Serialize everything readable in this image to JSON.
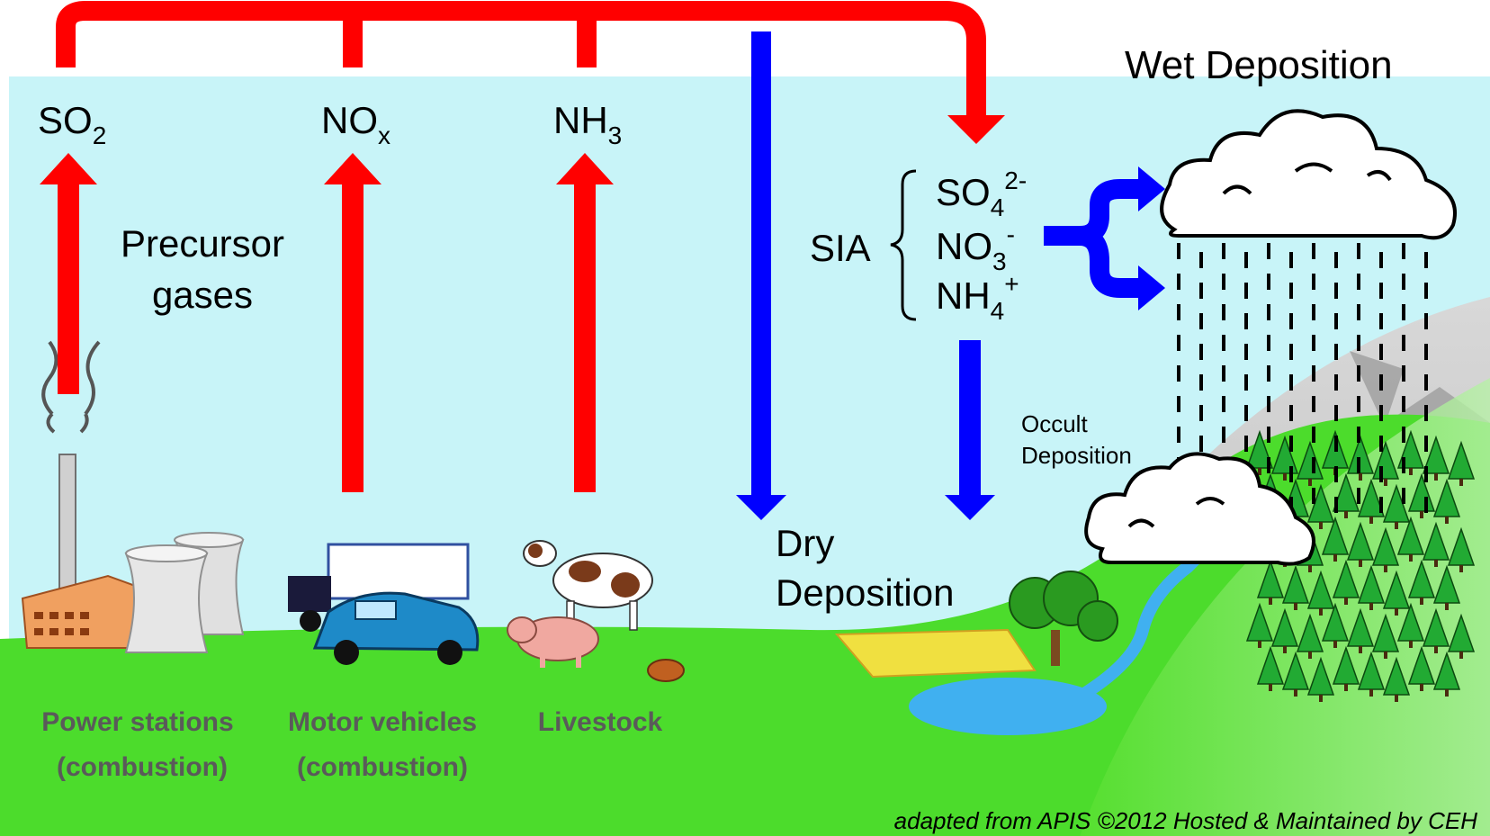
{
  "gases": {
    "so2": {
      "base": "SO",
      "sub": "2"
    },
    "nox": {
      "base": "NO",
      "sub": "x"
    },
    "nh3": {
      "base": "NH",
      "sub": "3"
    }
  },
  "precursor": {
    "line1": "Precursor",
    "line2": "gases"
  },
  "sia": {
    "label": "SIA",
    "sulfate": {
      "base": "SO",
      "sub": "4",
      "sup": "2-"
    },
    "nitrate": {
      "base": "NO",
      "sub": "3",
      "sup": "-"
    },
    "ammonium": {
      "base": "NH",
      "sub": "4",
      "sup": "+"
    }
  },
  "wet_deposition": "Wet Deposition",
  "dry_deposition": {
    "line1": "Dry",
    "line2": "Deposition"
  },
  "occult_deposition": {
    "line1": "Occult",
    "line2": "Deposition"
  },
  "sources": {
    "power": {
      "line1": "Power stations",
      "line2": "(combustion)"
    },
    "motor": {
      "line1": "Motor vehicles",
      "line2": "(combustion)"
    },
    "livestock": {
      "line1": "Livestock"
    }
  },
  "credit": "adapted from APIS ©2012 Hosted & Maintained by CEH",
  "colors": {
    "emission_arrow": "#ff0000",
    "deposition_arrow": "#0000ff",
    "sky": "#c8f4f8",
    "grass": "#4cdc2c",
    "forest": "#22aa33"
  }
}
